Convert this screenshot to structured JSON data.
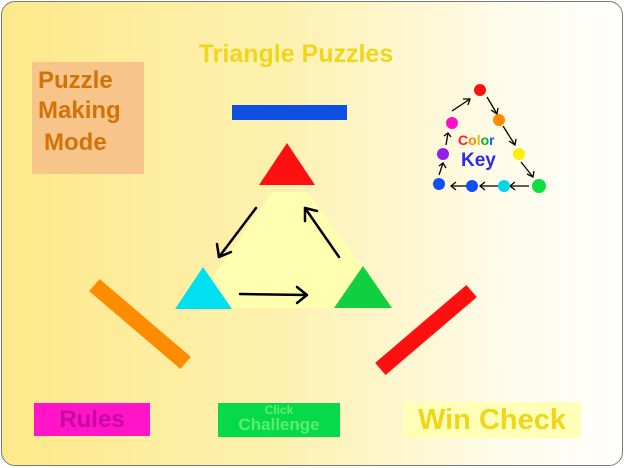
{
  "title": "Triangle Puzzles",
  "mode_label": [
    "Puzzle",
    "Making",
    "Mode"
  ],
  "buttons": {
    "rules": "Rules",
    "challenge_top": "Click",
    "challenge_bottom": "Challenge",
    "win_check": "Win Check"
  },
  "color_key": {
    "word1": "Color",
    "word2": "Key",
    "word1_letter_colors": [
      "#ff2020",
      "#ff8c00",
      "#e0c000",
      "#00b040",
      "#1060ff"
    ],
    "sequence": [
      "red",
      "orange",
      "yellow",
      "green",
      "cyan",
      "blue",
      "violet",
      "magenta"
    ],
    "dot_colors": [
      "#ff1010",
      "#ff8c00",
      "#ffee00",
      "#10dd40",
      "#00d8e8",
      "#1050f0",
      "#9020e8",
      "#ff10c8"
    ]
  },
  "puzzle": {
    "top_corner_color": "#ff1010",
    "left_corner_color": "#00e0f0",
    "right_corner_color": "#10d040",
    "top_side_color": "#1050e0",
    "left_side_color": "#ff8c00",
    "right_side_color": "#ff1010",
    "center_color": "#ffffb0"
  }
}
